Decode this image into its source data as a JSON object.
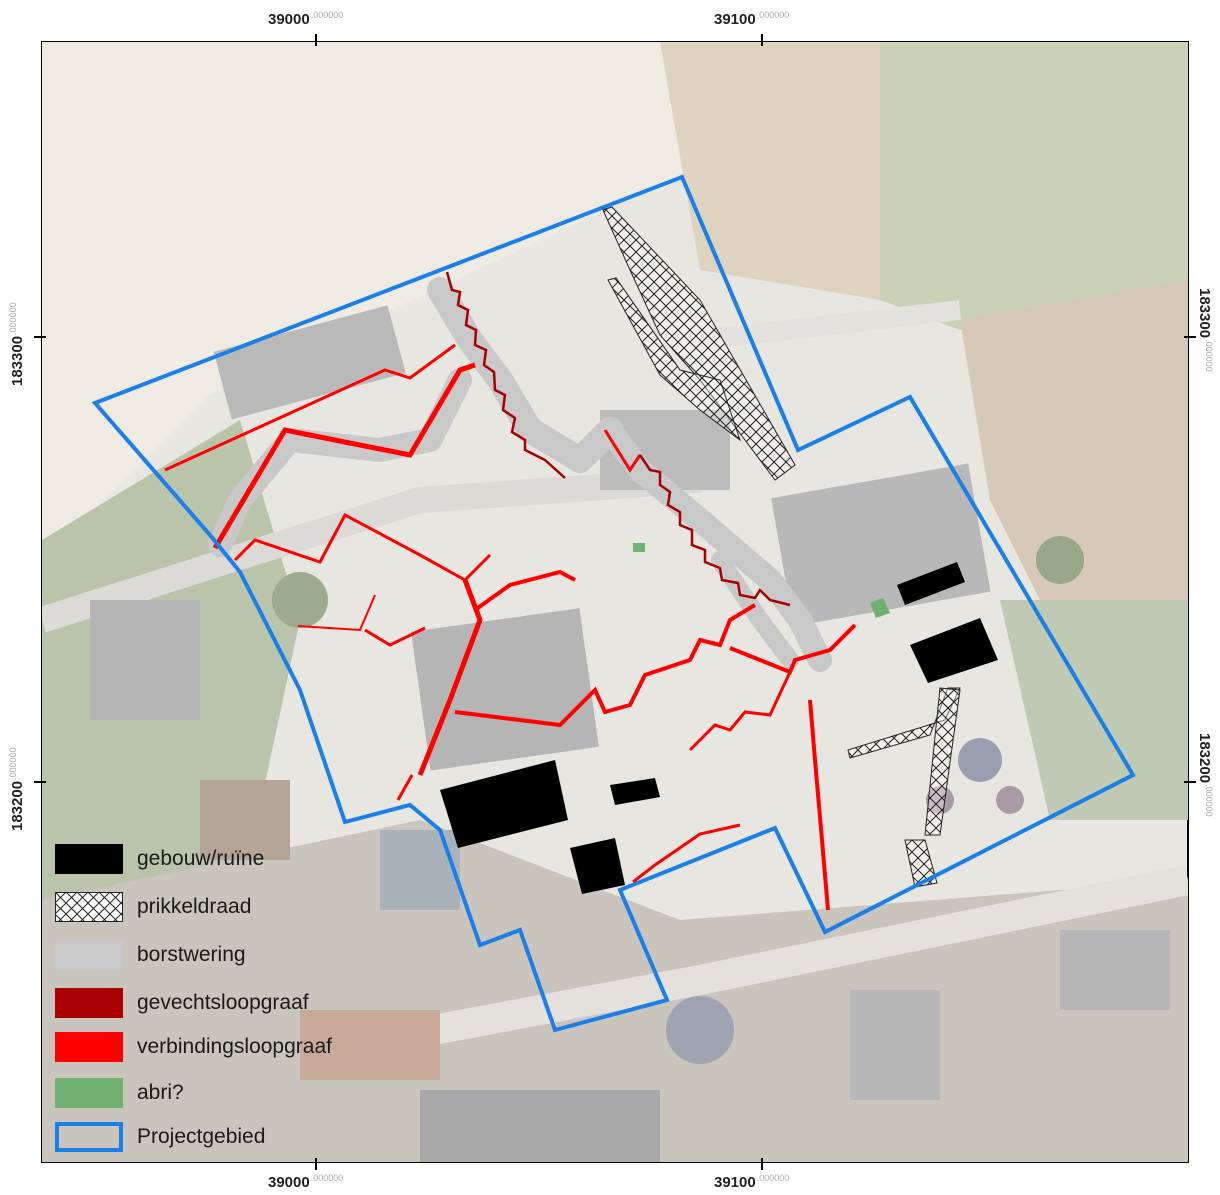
{
  "map": {
    "coordinate_ticks": {
      "x": [
        {
          "main": "39000",
          "frac": ".000000"
        },
        {
          "main": "39100",
          "frac": ".000000"
        }
      ],
      "y": [
        {
          "main": "183300",
          "frac": ".000000"
        },
        {
          "main": "183200",
          "frac": ".000000"
        }
      ]
    },
    "legend": [
      {
        "id": "gebouw",
        "label": "gebouw/ruïne",
        "fill": "#000000",
        "pattern": "solid"
      },
      {
        "id": "prikkeldraad",
        "label": "prikkeldraad",
        "fill": "#ffffff",
        "pattern": "crosshatch"
      },
      {
        "id": "borstwering",
        "label": "borstwering",
        "fill": "#c8c8c8",
        "pattern": "solid"
      },
      {
        "id": "gevechtsloopgraaf",
        "label": "gevechtsloopgraaf",
        "fill": "#a80000",
        "pattern": "solid"
      },
      {
        "id": "verbindingsloopgraaf",
        "label": "verbindingsloopgraaf",
        "fill": "#ff0000",
        "pattern": "solid"
      },
      {
        "id": "abri",
        "label": "abri?",
        "fill": "#70b070",
        "pattern": "solid"
      },
      {
        "id": "projectgebied",
        "label": "Projectgebied",
        "fill": "none",
        "stroke": "#1a7fe8",
        "pattern": "outline"
      }
    ],
    "colors": {
      "projectgebied": "#1a7fe8",
      "gevechtsloopgraaf": "#a80000",
      "verbindingsloopgraaf": "#ff0000",
      "borstwering": "#c8c8c8",
      "gebouw": "#000000",
      "abri": "#70b070"
    }
  }
}
